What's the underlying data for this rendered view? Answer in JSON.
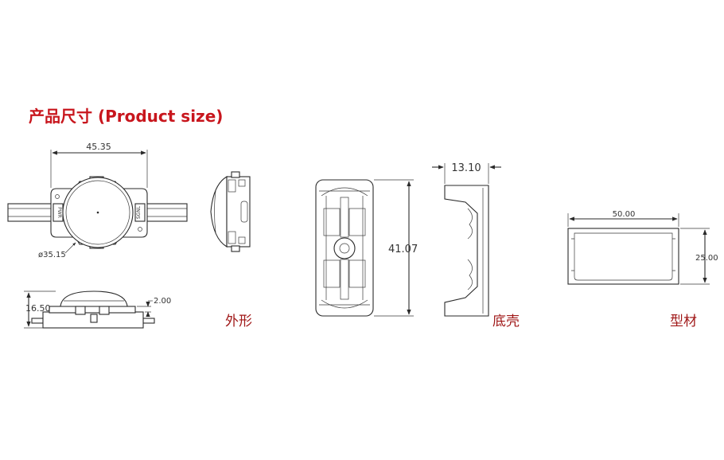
{
  "title": "产品尺寸 (Product size)",
  "views": {
    "top": {
      "width_dim": "45.35",
      "diameter_dim": "ø35.15",
      "side_label_left": "PWR",
      "side_label_right": "SGNL"
    },
    "front": {
      "height_dim": "16.50",
      "offset_dim": "2.00",
      "caption": "外形"
    },
    "base": {
      "length_dim": "41.07"
    },
    "base_side": {
      "width_dim": "13.10",
      "caption": "底壳"
    },
    "profile": {
      "width_dim": "50.00",
      "height_dim": "25.00",
      "caption": "型材"
    }
  }
}
